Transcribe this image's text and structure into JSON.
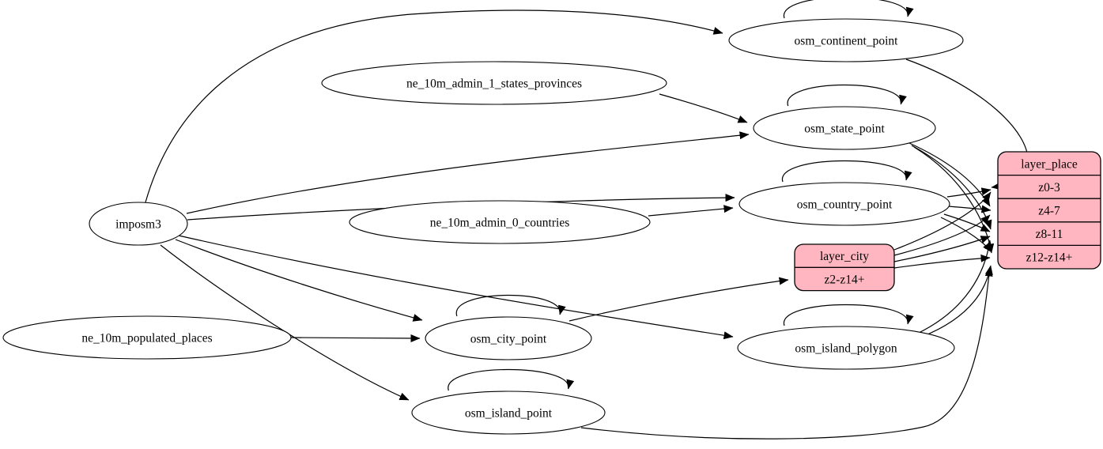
{
  "diagram": {
    "colors": {
      "record_fill": "#ffb6c1",
      "node_fill": "#ffffff",
      "stroke": "#000000",
      "background": "#ffffff"
    },
    "nodes": [
      {
        "id": "imposm3",
        "shape": "ellipse",
        "label": "imposm3"
      },
      {
        "id": "ne_10m_admin_1_states_provinces",
        "shape": "ellipse",
        "label": "ne_10m_admin_1_states_provinces"
      },
      {
        "id": "ne_10m_admin_0_countries",
        "shape": "ellipse",
        "label": "ne_10m_admin_0_countries"
      },
      {
        "id": "ne_10m_populated_places",
        "shape": "ellipse",
        "label": "ne_10m_populated_places"
      },
      {
        "id": "osm_continent_point",
        "shape": "ellipse",
        "label": "osm_continent_point"
      },
      {
        "id": "osm_state_point",
        "shape": "ellipse",
        "label": "osm_state_point"
      },
      {
        "id": "osm_country_point",
        "shape": "ellipse",
        "label": "osm_country_point"
      },
      {
        "id": "osm_city_point",
        "shape": "ellipse",
        "label": "osm_city_point"
      },
      {
        "id": "osm_island_polygon",
        "shape": "ellipse",
        "label": "osm_island_polygon"
      },
      {
        "id": "osm_island_point",
        "shape": "ellipse",
        "label": "osm_island_point"
      },
      {
        "id": "layer_city",
        "shape": "record",
        "rows": [
          "layer_city",
          "z2-z14+"
        ]
      },
      {
        "id": "layer_place",
        "shape": "record",
        "rows": [
          "layer_place",
          "z0-3",
          "z4-7",
          "z8-11",
          "z12-z14+"
        ]
      }
    ],
    "edges": [
      {
        "from": "imposm3",
        "to": "osm_continent_point"
      },
      {
        "from": "imposm3",
        "to": "osm_state_point"
      },
      {
        "from": "imposm3",
        "to": "osm_country_point"
      },
      {
        "from": "imposm3",
        "to": "osm_city_point"
      },
      {
        "from": "imposm3",
        "to": "osm_island_polygon"
      },
      {
        "from": "imposm3",
        "to": "osm_island_point"
      },
      {
        "from": "ne_10m_admin_1_states_provinces",
        "to": "osm_state_point"
      },
      {
        "from": "ne_10m_admin_0_countries",
        "to": "osm_country_point"
      },
      {
        "from": "ne_10m_populated_places",
        "to": "osm_city_point"
      },
      {
        "from": "osm_continent_point",
        "to": "osm_continent_point",
        "self": true
      },
      {
        "from": "osm_state_point",
        "to": "osm_state_point",
        "self": true
      },
      {
        "from": "osm_country_point",
        "to": "osm_country_point",
        "self": true
      },
      {
        "from": "osm_city_point",
        "to": "osm_city_point",
        "self": true
      },
      {
        "from": "osm_island_polygon",
        "to": "osm_island_polygon",
        "self": true
      },
      {
        "from": "osm_island_point",
        "to": "osm_island_point",
        "self": true
      },
      {
        "from": "osm_city_point",
        "to": "layer_city",
        "to_row": "z2-z14+"
      },
      {
        "from": "osm_continent_point",
        "to": "layer_place",
        "to_row": "z0-3"
      },
      {
        "from": "osm_country_point",
        "to": "layer_place",
        "to_row": "z0-3"
      },
      {
        "from": "osm_country_point",
        "to": "layer_place",
        "to_row": "z4-7"
      },
      {
        "from": "osm_country_point",
        "to": "layer_place",
        "to_row": "z8-11"
      },
      {
        "from": "osm_country_point",
        "to": "layer_place",
        "to_row": "z12-z14+"
      },
      {
        "from": "osm_state_point",
        "to": "layer_place",
        "to_row": "z4-7"
      },
      {
        "from": "osm_state_point",
        "to": "layer_place",
        "to_row": "z8-11"
      },
      {
        "from": "osm_state_point",
        "to": "layer_place",
        "to_row": "z12-z14+"
      },
      {
        "from": "layer_city",
        "to": "layer_place",
        "to_row": "z0-3"
      },
      {
        "from": "layer_city",
        "to": "layer_place",
        "to_row": "z4-7"
      },
      {
        "from": "layer_city",
        "to": "layer_place",
        "to_row": "z8-11"
      },
      {
        "from": "layer_city",
        "to": "layer_place",
        "to_row": "z12-z14+"
      },
      {
        "from": "osm_island_polygon",
        "to": "layer_place",
        "to_row": "z8-11"
      },
      {
        "from": "osm_island_polygon",
        "to": "layer_place",
        "to_row": "z12-z14+"
      },
      {
        "from": "osm_island_point",
        "to": "layer_place",
        "to_row": "z12-z14+"
      }
    ]
  }
}
